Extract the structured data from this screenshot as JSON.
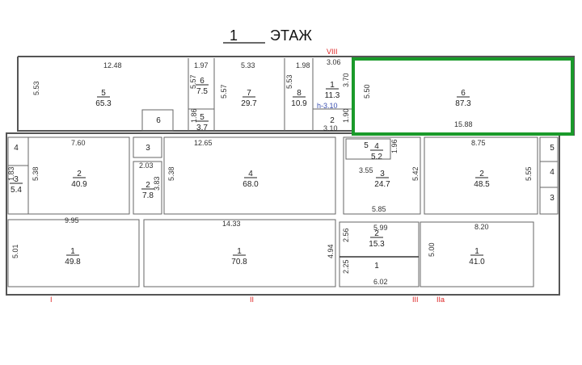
{
  "title": {
    "number": "1",
    "label": "ЭТАЖ"
  },
  "height_note": "h-3.10",
  "highlight_color": "#1a9a2a",
  "sections": [
    "I",
    "II",
    "III",
    "IIa",
    "VIII"
  ],
  "rooms": [
    {
      "num": "5",
      "area": "65.3"
    },
    {
      "num": "6",
      "area": "7.5"
    },
    {
      "num": "5",
      "area": "3.7"
    },
    {
      "num": "7",
      "area": "29.7"
    },
    {
      "num": "8",
      "area": "10.9"
    },
    {
      "num": "1",
      "area": "11.3"
    },
    {
      "num": "2",
      "area": ""
    },
    {
      "num": "6",
      "area": "87.3"
    },
    {
      "num": "6",
      "area": ""
    },
    {
      "num": "4",
      "area": ""
    },
    {
      "num": "3",
      "area": "5.4"
    },
    {
      "num": "2",
      "area": "40.9"
    },
    {
      "num": "3",
      "area": ""
    },
    {
      "num": "2",
      "area": "7.8"
    },
    {
      "num": "4",
      "area": "68.0"
    },
    {
      "num": "5",
      "area": ""
    },
    {
      "num": "4",
      "area": "5.2"
    },
    {
      "num": "3",
      "area": "24.7"
    },
    {
      "num": "2",
      "area": "48.5"
    },
    {
      "num": "5",
      "area": ""
    },
    {
      "num": "4",
      "area": ""
    },
    {
      "num": "3",
      "area": ""
    },
    {
      "num": "1",
      "area": "49.8"
    },
    {
      "num": "1",
      "area": "70.8"
    },
    {
      "num": "2",
      "area": "15.3"
    },
    {
      "num": "1",
      "area": ""
    },
    {
      "num": "1",
      "area": "41.0"
    }
  ],
  "dimensions": [
    "12.48",
    "5.53",
    "1.97",
    "5.57",
    "5.33",
    "5.57",
    "1.98",
    "5.53",
    "3.06",
    "3.70",
    "5.50",
    "15.88",
    "1.90",
    "3.10",
    "1.86",
    "7.60",
    "5.38",
    "2.03",
    "3.83",
    "12.65",
    "5.38",
    "3.55",
    "1.96",
    "5.42",
    "5.85",
    "8.75",
    "5.55",
    "1.83",
    "9.95",
    "5.01",
    "14.33",
    "4.94",
    "5.99",
    "2.56",
    "2.25",
    "6.02",
    "8.20",
    "5.00"
  ]
}
